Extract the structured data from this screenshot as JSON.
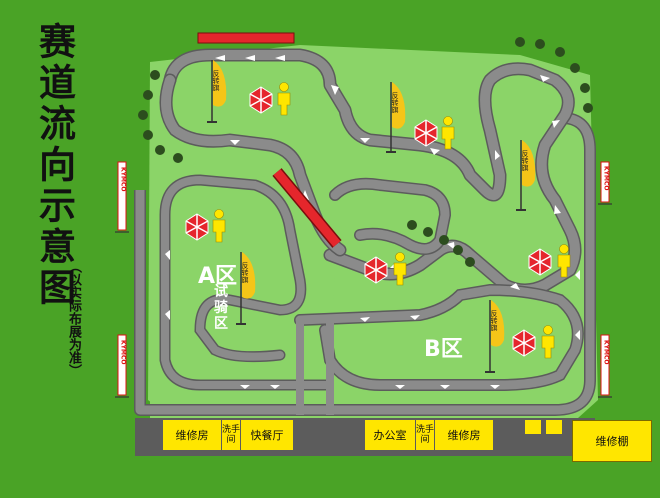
{
  "title": "赛道流向示意图",
  "subtitle": "（以实际布展为准）",
  "zones": {
    "a": "A区",
    "test_area": "试骑区",
    "b": "B区"
  },
  "flag_label": "反转旗",
  "sponsor_logo": "KYMCO",
  "buildings": {
    "repair_left": "维修房",
    "washroom_left": "洗手间",
    "fast_food": "快餐厅",
    "office": "办公室",
    "washroom_right": "洗手间",
    "repair_right": "维修房",
    "repair_shed": "维修棚"
  },
  "colors": {
    "grass": "#4aa326",
    "infield": "#8bd468",
    "track": "#8b8b8b",
    "track_edge": "#5c5c5c",
    "barrier_red": "#e5262c",
    "building_yellow": "#ffe600",
    "title": "#111111"
  }
}
